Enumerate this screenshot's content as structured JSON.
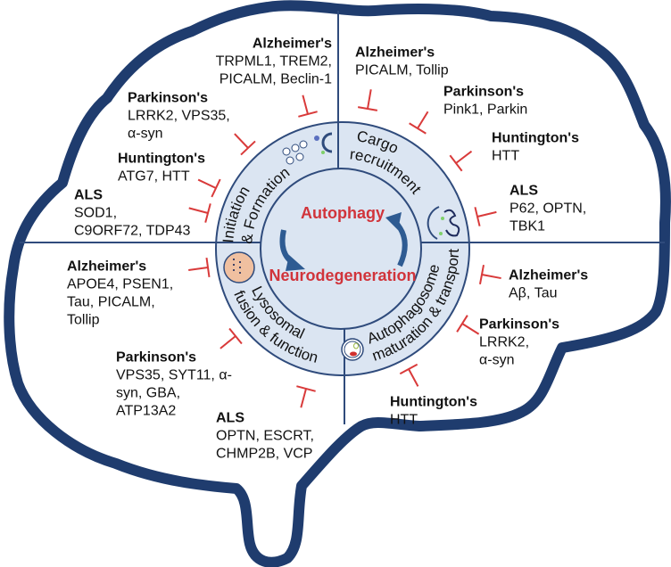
{
  "center": {
    "top_label": "Autophagy",
    "bottom_label": "Neurodegeneration",
    "label_color": "#d1343b",
    "arrow_color": "#2e5b92"
  },
  "colors": {
    "outline": "#1f3c6e",
    "ring_fill": "#dbe5f2",
    "inhibitor": "#d93a3a"
  },
  "stages": [
    {
      "line1": "Initiation",
      "line2": "& Formation"
    },
    {
      "line1": "Cargo",
      "line2": "recruitment"
    },
    {
      "line1": "Autophagosome",
      "line2": "maturation & transport"
    },
    {
      "line1": "Lysosomal",
      "line2": "fusion & function"
    }
  ],
  "groups": [
    {
      "disease": "Alzheimer's",
      "genes": [
        "TRPML1, TREM2,",
        "PICALM, Beclin-1"
      ]
    },
    {
      "disease": "Parkinson's",
      "genes": [
        "LRRK2, VPS35,",
        "α-syn"
      ]
    },
    {
      "disease": "Huntington's",
      "genes": [
        "ATG7, HTT"
      ]
    },
    {
      "disease": "ALS",
      "genes": [
        "SOD1,",
        "C9ORF72, TDP43"
      ]
    },
    {
      "disease": "Alzheimer's",
      "genes": [
        "PICALM, Tollip"
      ]
    },
    {
      "disease": "Parkinson's",
      "genes": [
        "Pink1, Parkin"
      ]
    },
    {
      "disease": "Huntington's",
      "genes": [
        "HTT"
      ]
    },
    {
      "disease": "ALS",
      "genes": [
        "P62, OPTN,",
        "TBK1"
      ]
    },
    {
      "disease": "Alzheimer's",
      "genes": [
        "Aβ, Tau"
      ]
    },
    {
      "disease": "Parkinson's",
      "genes": [
        "LRRK2,",
        "α-syn"
      ]
    },
    {
      "disease": "Huntington's",
      "genes": [
        "HTT"
      ]
    },
    {
      "disease": "ALS",
      "genes": [
        "OPTN, ESCRT,",
        "CHMP2B, VCP"
      ]
    },
    {
      "disease": "Parkinson's",
      "genes": [
        "VPS35, SYT11, α-",
        "syn, GBA,",
        "ATP13A2"
      ]
    },
    {
      "disease": "Alzheimer's",
      "genes": [
        "APOE4, PSEN1,",
        "Tau, PICALM,",
        "Tollip"
      ]
    }
  ],
  "icons": [
    "phagophore-vesicles-icon",
    "cargo-receptor-icon",
    "autophagosome-icon",
    "lysosome-icon",
    "inhibition-icon",
    "cycle-arrow-icon"
  ]
}
